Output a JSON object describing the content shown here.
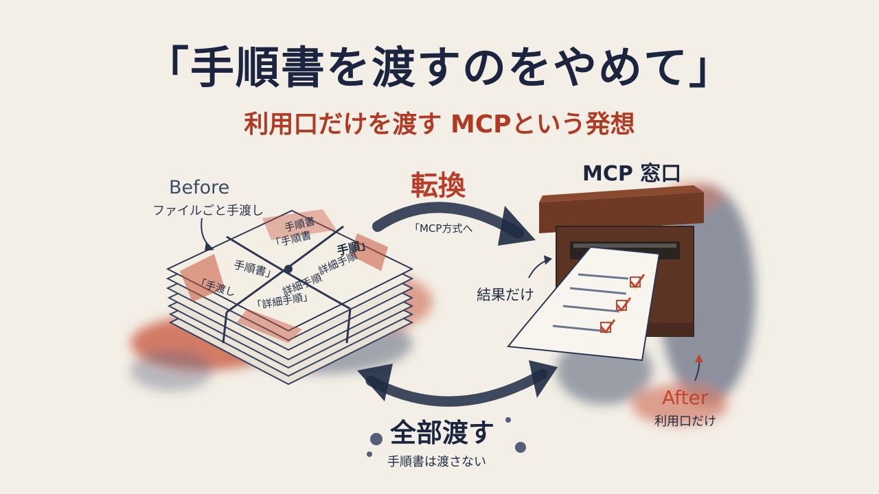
{
  "title": "「手順書を渡すのをやめて」",
  "subtitle": "利用口だけを渡す MCPという発想",
  "before": {
    "label": "Before",
    "sublabel": "ファイルごと手渡し"
  },
  "transform": {
    "label": "転換",
    "sublabel": "「MCP方式へ"
  },
  "mcp_window": {
    "label": "MCP 窓口"
  },
  "result": {
    "label": "結果だけ"
  },
  "after": {
    "label": "After",
    "sublabel": "利用口だけ"
  },
  "bottom": {
    "label": "全部渡す",
    "sublabel": "手順書は渡さない"
  },
  "documents": [
    "手順書",
    "「手順書",
    "手順」",
    "手順書」",
    "詳細手順",
    "「手渡し",
    "詳細手順",
    "「詳細手順」"
  ],
  "colors": {
    "ink_navy": "#1c2540",
    "accent_red": "#b93c28",
    "paper": "#f3efe6"
  }
}
